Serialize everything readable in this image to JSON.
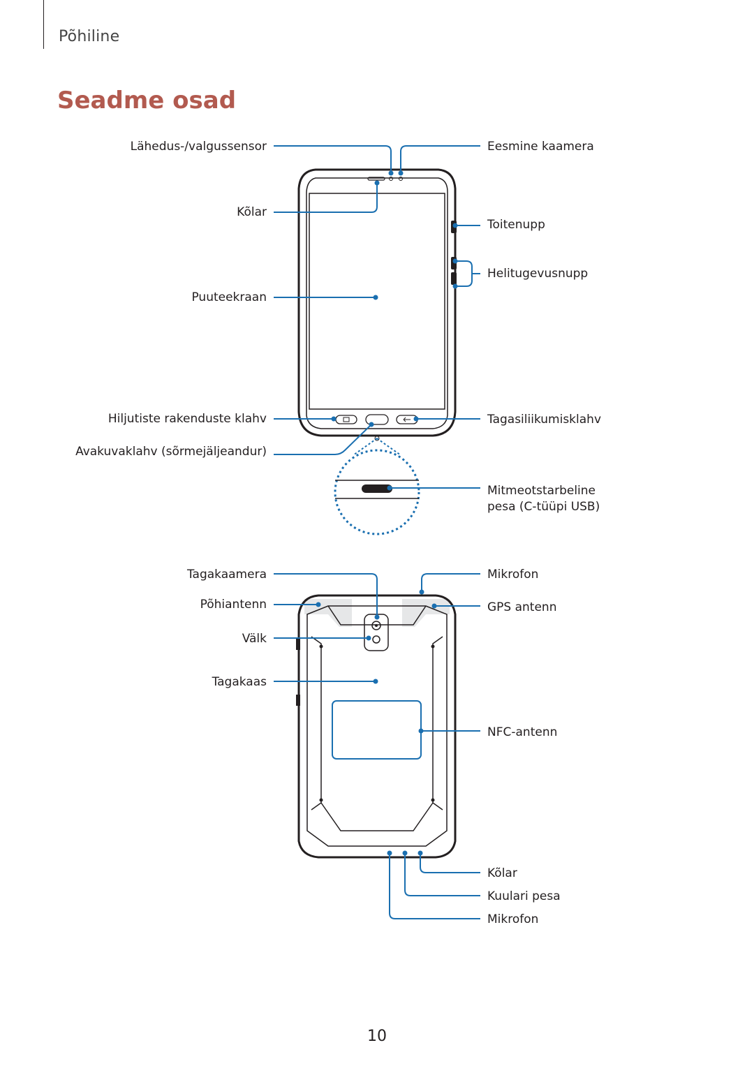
{
  "header": {
    "section": "Põhiline",
    "title": "Seadme osad"
  },
  "front": {
    "labels": {
      "proximity_sensor": "Lähedus-/valgussensor",
      "front_camera": "Eesmine kaamera",
      "speaker": "Kõlar",
      "power_key": "Toitenupp",
      "volume_key": "Helitugevusnupp",
      "touchscreen": "Puuteekraan",
      "recent_apps_key": "Hiljutiste rakenduste klahv",
      "back_key": "Tagasiliikumisklahv",
      "home_key": "Avakuvaklahv (sõrmejäljeandur)",
      "usb_port_line1": "Mitmeotstarbeline",
      "usb_port_line2": "pesa (C-tüüpi USB)"
    }
  },
  "back": {
    "labels": {
      "rear_camera": "Tagakaamera",
      "microphone_top": "Mikrofon",
      "main_antenna": "Põhiantenn",
      "gps_antenna": "GPS antenn",
      "flash": "Välk",
      "back_cover": "Tagakaas",
      "nfc_antenna": "NFC-antenn",
      "speaker_bottom": "Kõlar",
      "earphone_jack": "Kuulari pesa",
      "microphone_bottom": "Mikrofon"
    }
  },
  "footer": {
    "page_number": "10"
  },
  "colors": {
    "title": "#b25a4f",
    "callout": "#1a6fb0",
    "antenna_area": "#e6e7e8"
  }
}
